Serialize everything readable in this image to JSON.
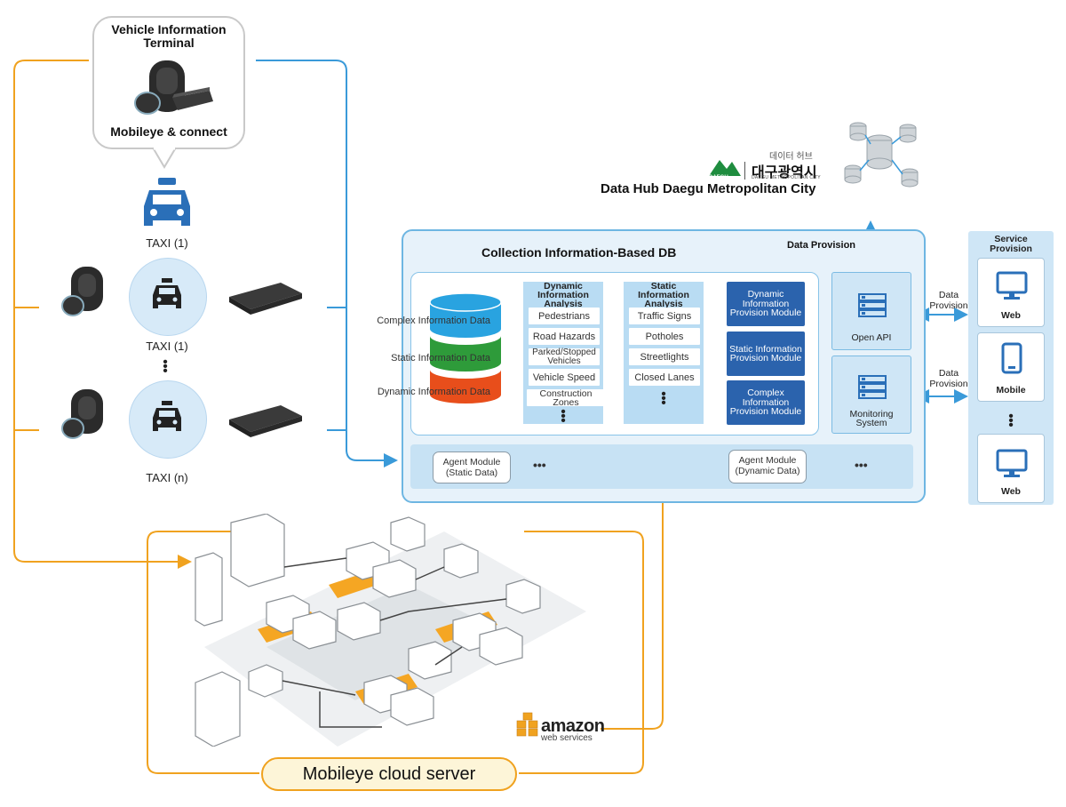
{
  "terminal": {
    "title": "Vehicle Information Terminal",
    "subtitle": "Mobileye & connect"
  },
  "taxis": [
    {
      "label": "TAXI (1)"
    },
    {
      "label": "TAXI (1)"
    },
    {
      "label": "TAXI (n)"
    }
  ],
  "data_hub": {
    "title": "Data Hub Daegu Metropolitan City",
    "korean_small": "데이터 허브",
    "korean_city": "대구광역시",
    "english_small": "DAEGU METROPOLITAN CITY",
    "logo_text": "DAEGU",
    "data_provision": "Data Provision"
  },
  "main_db": {
    "title": "Collection Information-Based DB",
    "databases": [
      "Complex Information Data",
      "Static Information Data",
      "Dynamic Information Data"
    ],
    "dynamic_analysis": {
      "title": "Dynamic Information Analysis",
      "items": [
        "Pedestrians",
        "Road Hazards",
        "Parked/Stopped Vehicles",
        "Vehicle Speed",
        "Construction Zones"
      ]
    },
    "static_analysis": {
      "title": "Static Information Analysis",
      "items": [
        "Traffic Signs",
        "Potholes",
        "Streetlights",
        "Closed Lanes"
      ]
    },
    "modules": [
      "Dynamic Information Provision Module",
      "Static Information Provision Module",
      "Complex Information Provision Module"
    ],
    "open_api": "Open API",
    "monitoring": "Monitoring System",
    "agent_static": "Agent Module (Static Data)",
    "agent_dynamic": "Agent Module (Dynamic Data)",
    "ellipsis": "•••"
  },
  "provision_labels": [
    "Data Provision",
    "Data Provision"
  ],
  "service": {
    "title": "Service Provision",
    "items": [
      "Web",
      "Mobile",
      "Web"
    ]
  },
  "cloud": {
    "label": "Mobileye cloud server",
    "amazon": "amazon",
    "amazon_sub": "web services"
  },
  "colors": {
    "orange": "#f0a21f",
    "blue_line": "#3a9ad9",
    "module_blue": "#2b63ad",
    "icon_blue": "#2a6fb8"
  }
}
